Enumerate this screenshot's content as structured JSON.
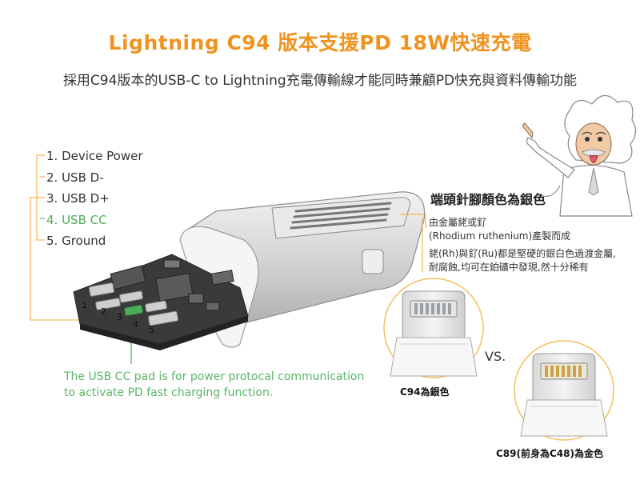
{
  "title": "Lightning C94 版本支援PD 18W快速充電",
  "subtitle": "採用C94版本的USB-C to Lightning充電傳輸線才能同時兼顧PD快充與資料傳輸功能",
  "pins": [
    {
      "label": "1. Device Power",
      "highlight": false
    },
    {
      "label": "2. USB D-",
      "highlight": false
    },
    {
      "label": "3. USB D+",
      "highlight": false
    },
    {
      "label": "4. USB CC",
      "highlight": true
    },
    {
      "label": "5. Ground",
      "highlight": false
    }
  ],
  "pad_numbers": [
    "1",
    "2",
    "3",
    "4",
    "5"
  ],
  "cc_note": {
    "line1": "The USB CC pad is for power protocal communication",
    "line2": "to activate PD fast charging function."
  },
  "side_note": {
    "heading": "端頭針腳顏色為銀色",
    "para1_line1": "由金屬銠或釕",
    "para1_line2": "(Rhodium ruthenium)產製而成",
    "para2_line1": "銠(Rh)與釕(Ru)都是堅硬的銀白色過渡金屬,",
    "para2_line2": "耐腐蝕,均可在鉑礦中發現,然十分稀有"
  },
  "comparison": {
    "vs": "VS.",
    "silver_caption": "C94為銀色",
    "gold_caption": "C89(前身為C48)為金色"
  },
  "icons": [
    "lightning-connector-illustration",
    "einstein-cartoon",
    "connector-tip-silver",
    "connector-tip-gold"
  ],
  "colors": {
    "title": "#f0921e",
    "accent_orange": "#f4a430",
    "cc_green": "#4cae5b",
    "gold_pins": "#c9a24a",
    "silver_pins": "#9aa0a6"
  }
}
